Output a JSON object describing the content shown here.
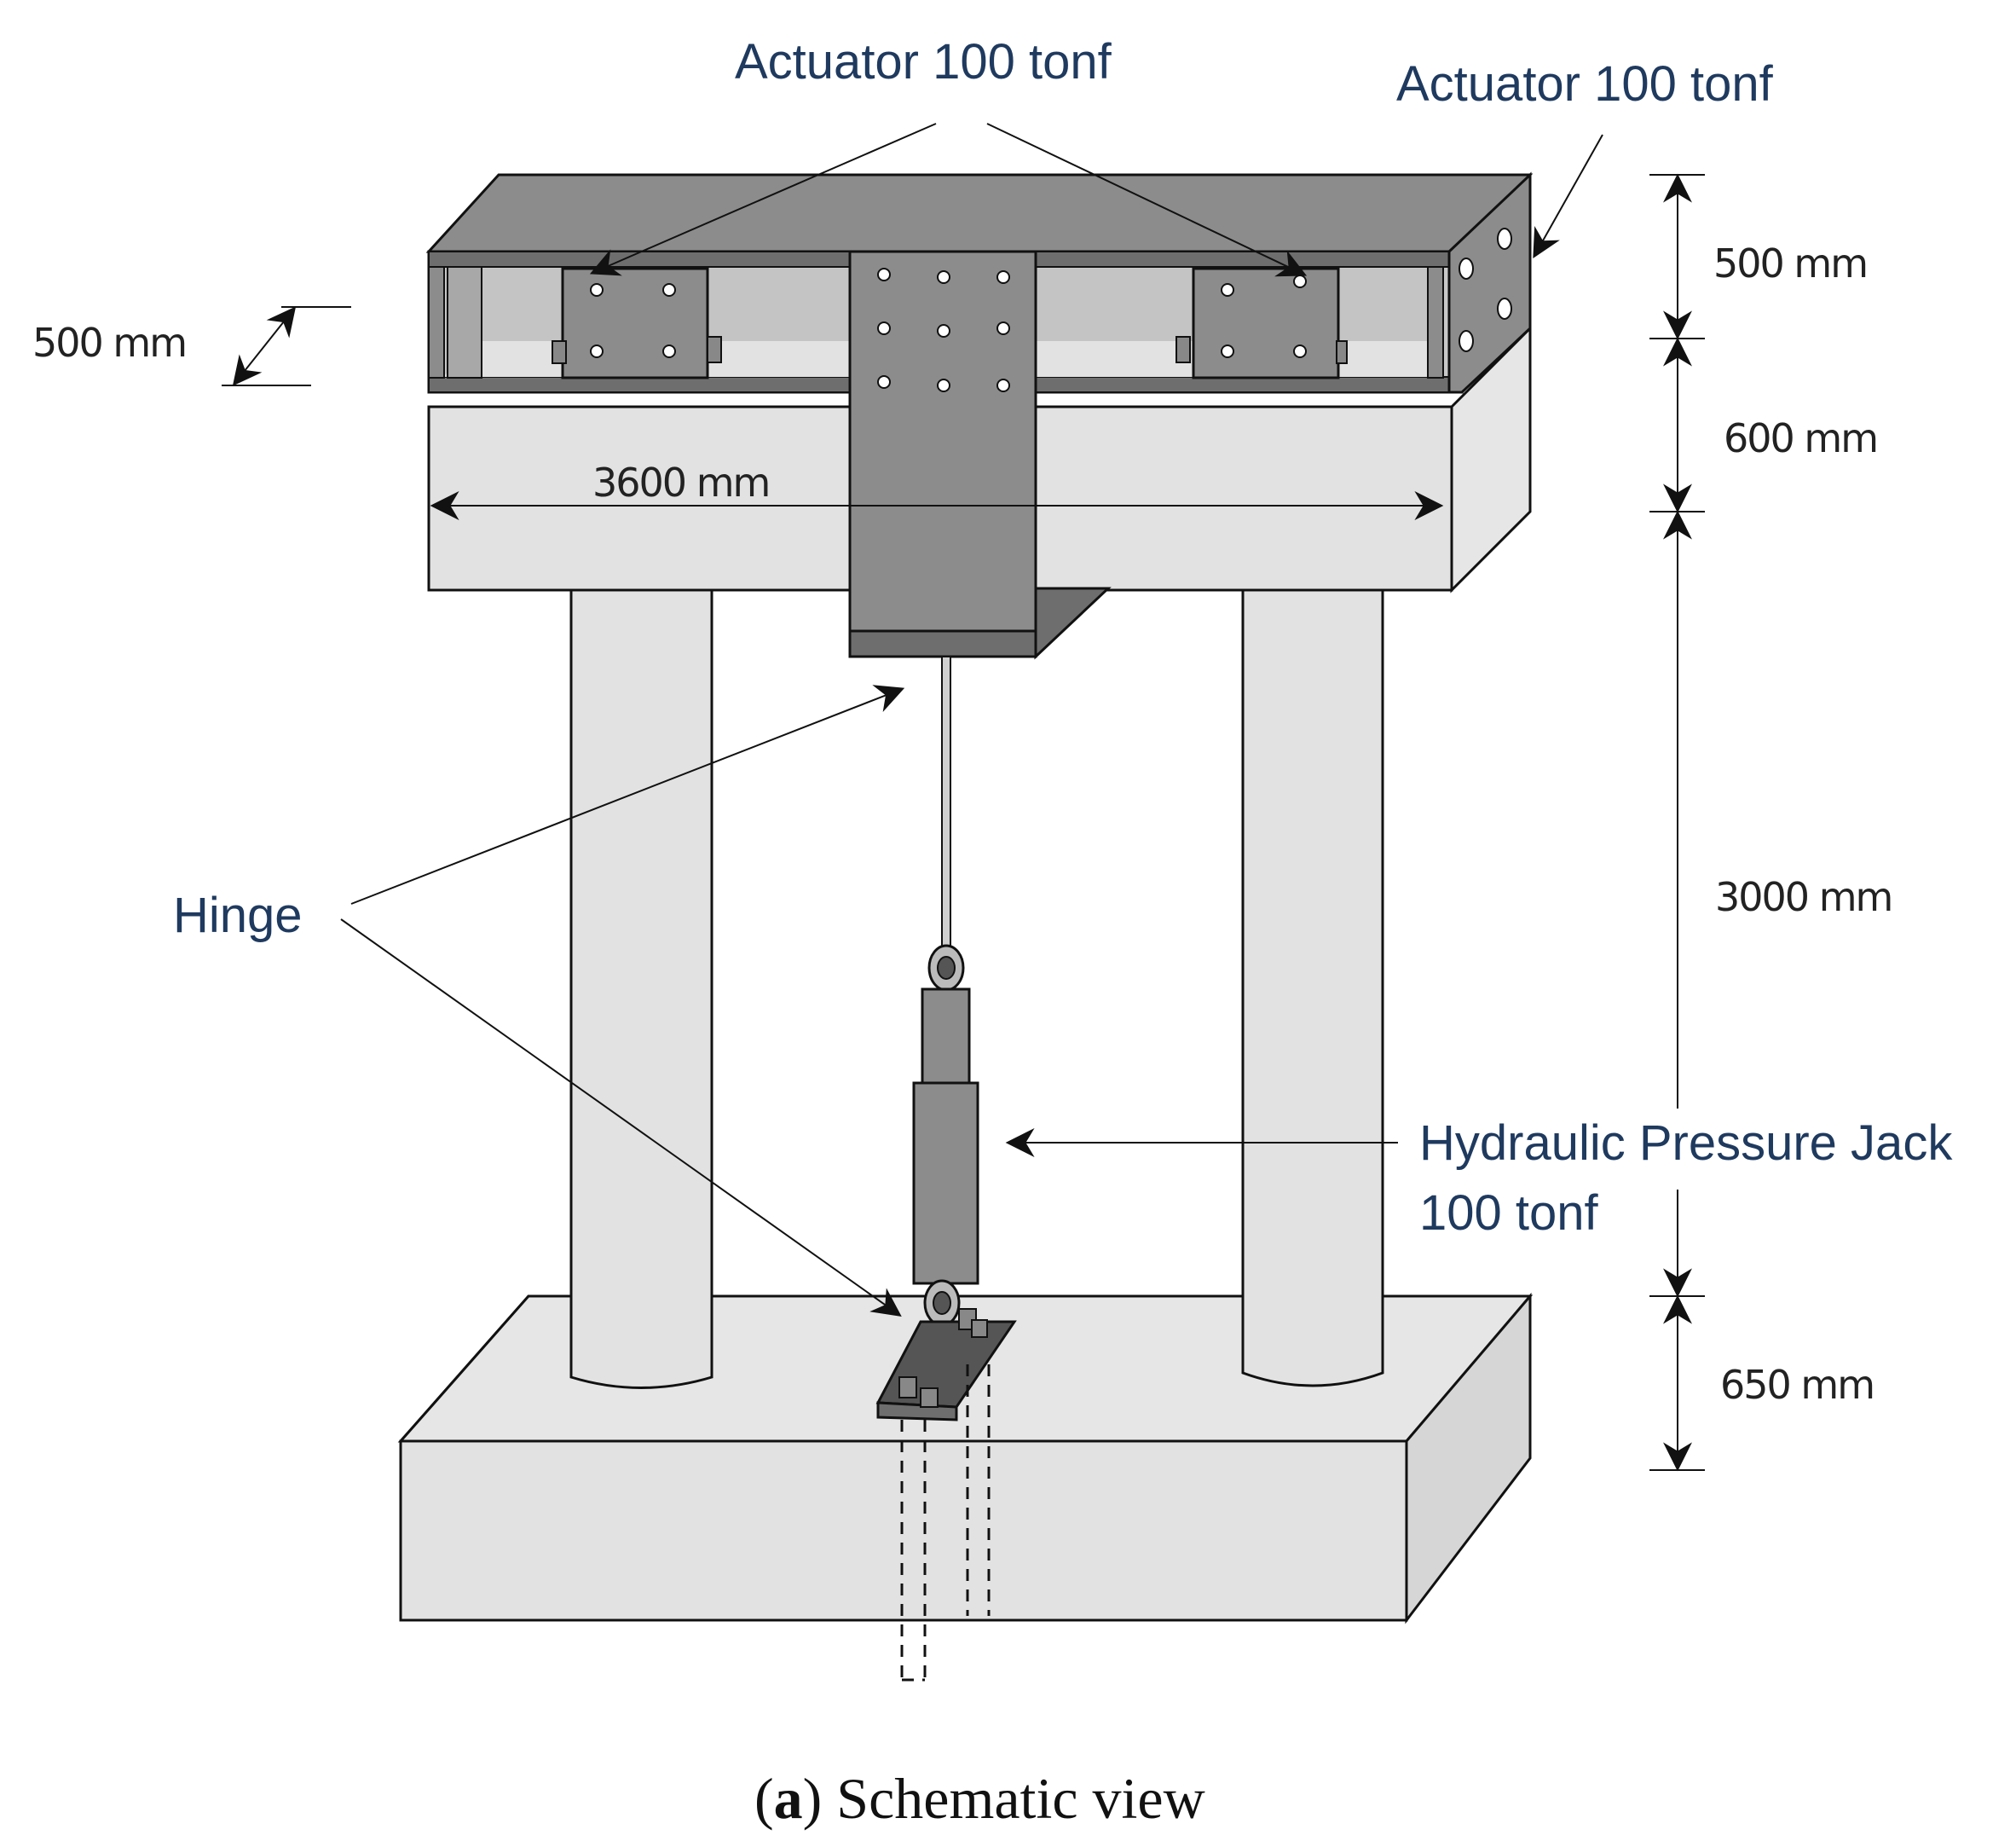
{
  "labels": {
    "actuator_top": "Actuator 100 tonf",
    "actuator_right": "Actuator 100 tonf",
    "hinge": "Hinge",
    "jack_line1": "Hydraulic Pressure Jack",
    "jack_line2": "100 tonf"
  },
  "dimensions": {
    "depth": "500 mm",
    "width": "3600 mm",
    "top_beam": "500 mm",
    "cap_beam": "600 mm",
    "column_height": "3000 mm",
    "footing": "650 mm"
  },
  "caption": {
    "open": "(",
    "letter": "a",
    "rest": ") Schematic view"
  },
  "colors": {
    "steel": "#8c8c8c",
    "steel_dark": "#6e6e6e",
    "concrete": "#e2e2e2",
    "label_text": "#1f3a5f"
  }
}
